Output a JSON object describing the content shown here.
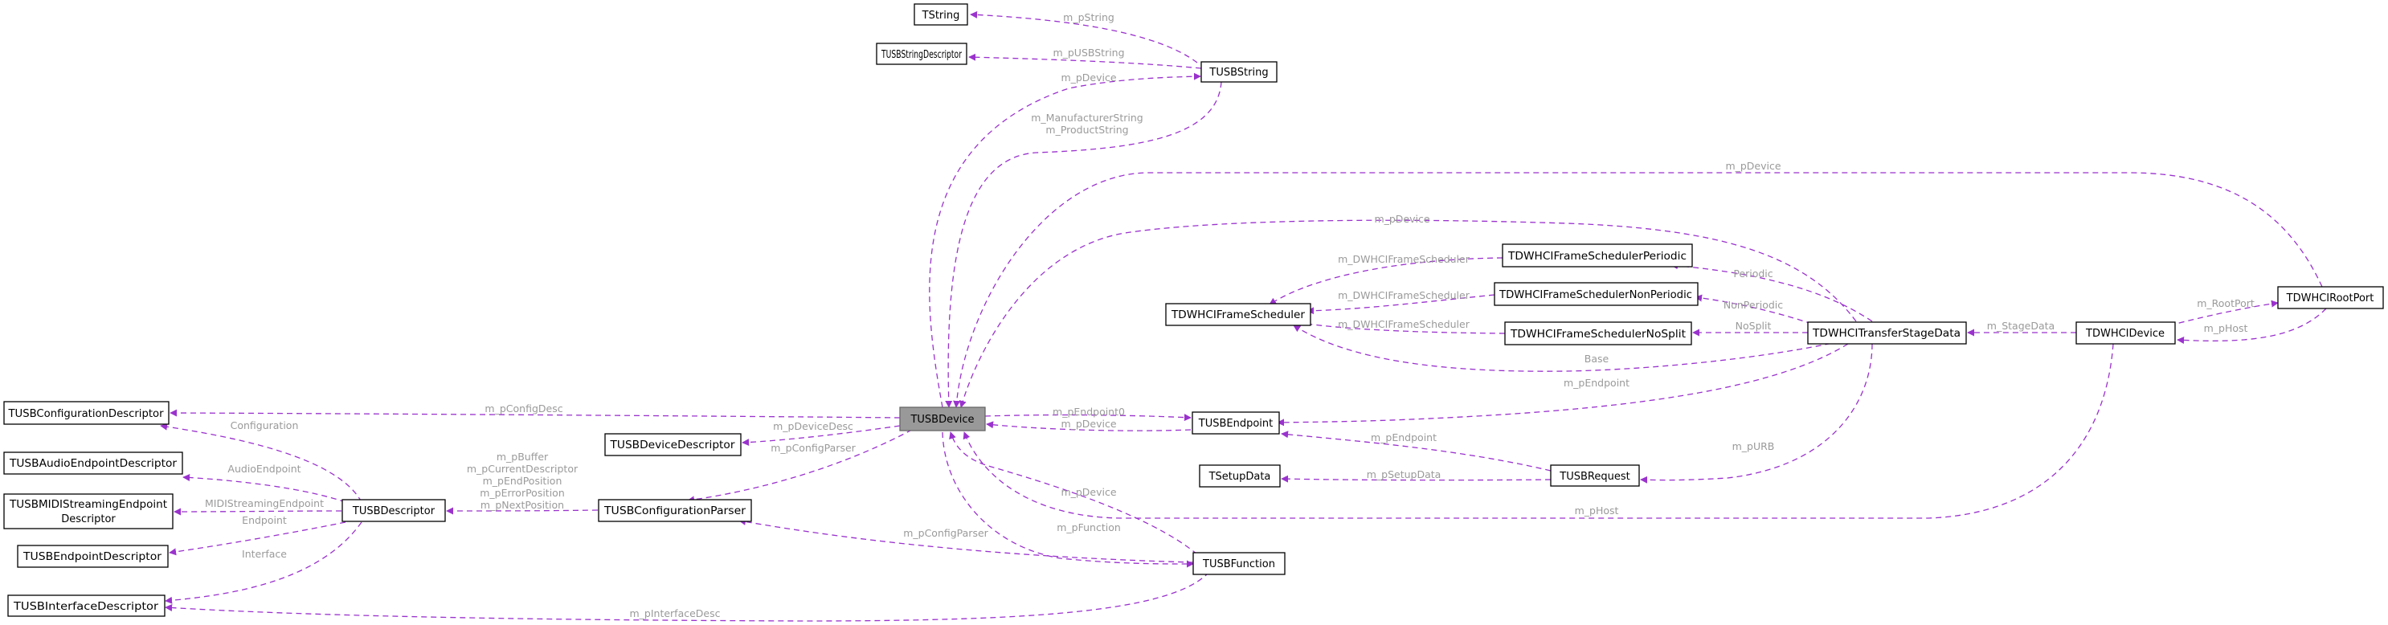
{
  "diagram": {
    "type": "collaboration-graph",
    "colors": {
      "edge": "#9a32cd",
      "label": "#9a9a9a",
      "focus_fill": "#999999",
      "node_border": "#000000"
    },
    "nodes": {
      "TString": "TString",
      "TUSBStringDescriptor": "TUSBStringDescriptor",
      "TUSBString": "TUSBString",
      "TDWHCIRootPort": "TDWHCIRootPort",
      "TDWHCIFrameSchedulerPeriodic": "TDWHCIFrameSchedulerPeriodic",
      "TDWHCIFrameSchedulerNonPeriodic": "TDWHCIFrameSchedulerNonPeriodic",
      "TDWHCIFrameScheduler": "TDWHCIFrameScheduler",
      "TDWHCIFrameSchedulerNoSplit": "TDWHCIFrameSchedulerNoSplit",
      "TDWHCITransferStageData": "TDWHCITransferStageData",
      "TDWHCIDevice": "TDWHCIDevice",
      "TUSBConfigurationDescriptor": "TUSBConfigurationDescriptor",
      "TUSBDevice": "TUSBDevice",
      "TUSBEndpoint": "TUSBEndpoint",
      "TUSBDeviceDescriptor": "TUSBDeviceDescriptor",
      "TUSBAudioEndpointDescriptor": "TUSBAudioEndpointDescriptor",
      "TSetupData": "TSetupData",
      "TUSBRequest": "TUSBRequest",
      "TUSBMIDIStreamingEndpointDescriptor_1": "TUSBMIDIStreamingEndpoint",
      "TUSBMIDIStreamingEndpointDescriptor_2": "Descriptor",
      "TUSBDescriptor": "TUSBDescriptor",
      "TUSBConfigurationParser": "TUSBConfigurationParser",
      "TUSBEndpointDescriptor": "TUSBEndpointDescriptor",
      "TUSBFunction": "TUSBFunction",
      "TUSBInterfaceDescriptor": "TUSBInterfaceDescriptor"
    },
    "edges": {
      "m_pString": "m_pString",
      "m_pUSBString": "m_pUSBString",
      "m_pDevice_string": "m_pDevice",
      "m_ManufacturerString": "m_ManufacturerString",
      "m_ProductString": "m_ProductString",
      "m_pDevice_rootport": "m_pDevice",
      "m_pDevice_stage": "m_pDevice",
      "m_DWHCIFrameScheduler_1": "m_DWHCIFrameScheduler",
      "m_DWHCIFrameScheduler_2": "m_DWHCIFrameScheduler",
      "m_DWHCIFrameScheduler_3": "m_DWHCIFrameScheduler",
      "Periodic": "Periodic",
      "NonPeriodic": "NonPeriodic",
      "NoSplit": "NoSplit",
      "Base": "Base",
      "m_StageData": "m_StageData",
      "m_RootPort": "m_RootPort",
      "m_pHost_rootport": "m_pHost",
      "m_pEndpoint_stage": "m_pEndpoint",
      "m_pURB": "m_pURB",
      "m_pConfigDesc": "m_pConfigDesc",
      "m_pEndpoint0": "m_pEndpoint0",
      "m_pDevice_endpoint": "m_pDevice",
      "m_pDeviceDesc": "m_pDeviceDesc",
      "m_pConfigParser_device": "m_pConfigParser",
      "m_pEndpoint_request": "m_pEndpoint",
      "m_pSetupData": "m_pSetupData",
      "m_pHost_device": "m_pHost",
      "Configuration": "Configuration",
      "AudioEndpoint": "AudioEndpoint",
      "MIDIStreamingEndpoint": "MIDIStreamingEndpoint",
      "Endpoint": "Endpoint",
      "Interface": "Interface",
      "m_pBuffer": "m_pBuffer",
      "m_pCurrentDescriptor": "m_pCurrentDescriptor",
      "m_pEndPosition": "m_pEndPosition",
      "m_pErrorPosition": "m_pErrorPosition",
      "m_pNextPosition": "m_pNextPosition",
      "m_pDevice_function": "m_pDevice",
      "m_pFunction": "m_pFunction",
      "m_pConfigParser_function": "m_pConfigParser",
      "m_pInterfaceDesc": "m_pInterfaceDesc"
    }
  }
}
